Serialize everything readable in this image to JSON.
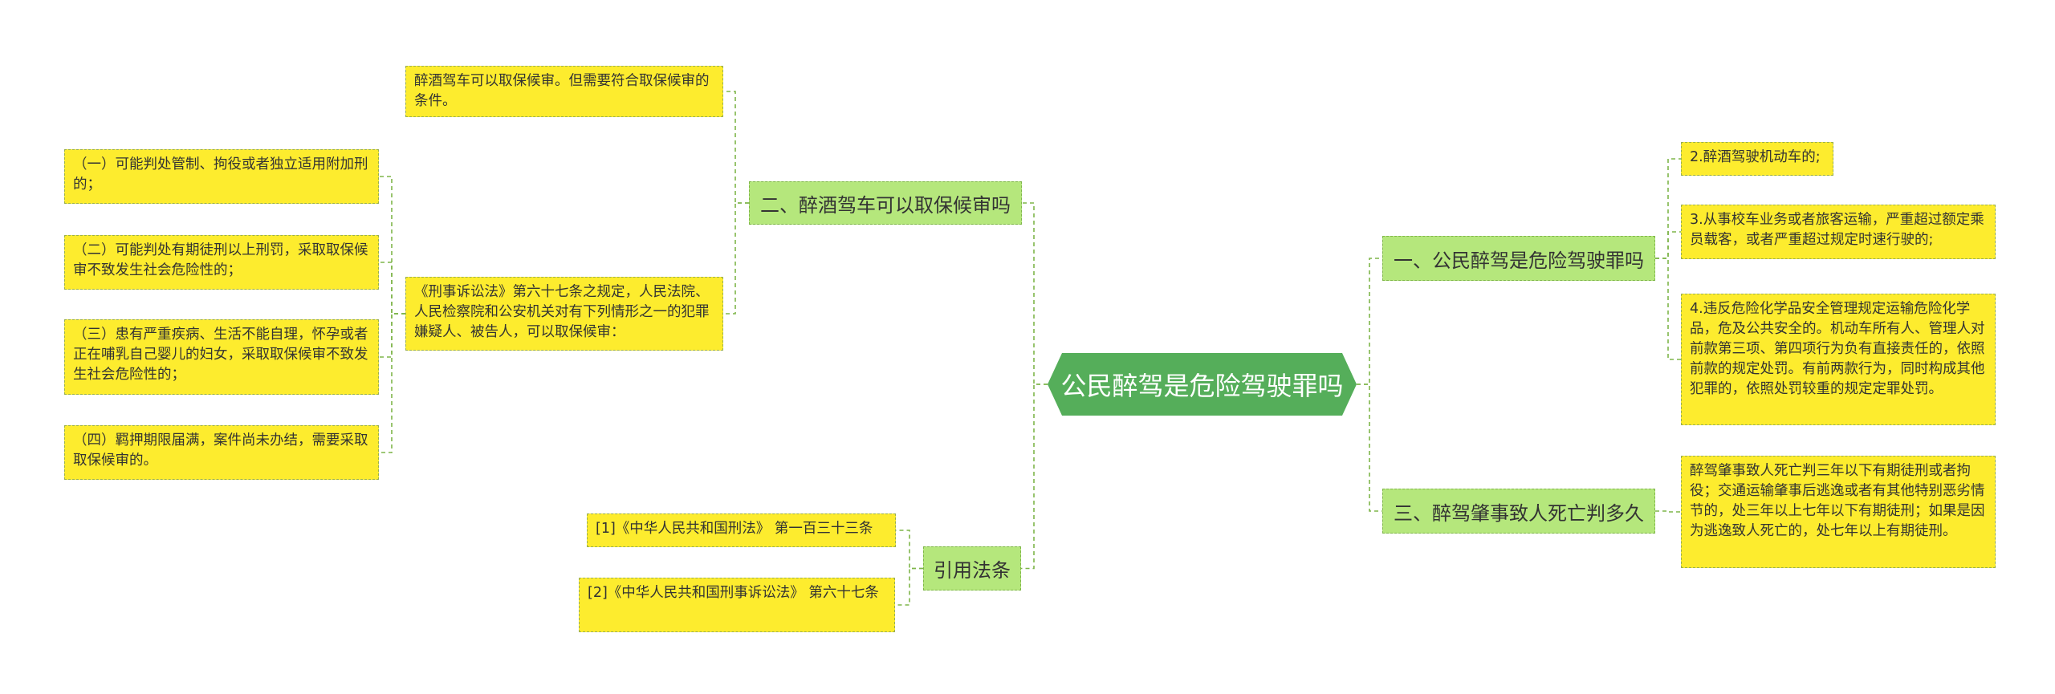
{
  "root": {
    "label": "公民醉驾是危险驾驶罪吗"
  },
  "left_branches": [
    {
      "label": "二、醉酒驾车可以取保候审吗",
      "leaves": [
        {
          "text": "醉酒驾车可以取保候审。但需要符合取保候审的条件。"
        },
        {
          "text": "《刑事诉讼法》第六十七条之规定，人民法院、人民检察院和公安机关对有下列情形之一的犯罪嫌疑人、被告人，可以取保候审：",
          "children": [
            {
              "text": "（一）可能判处管制、拘役或者独立适用附加刑的；"
            },
            {
              "text": "（二）可能判处有期徒刑以上刑罚，采取取保候审不致发生社会危险性的；"
            },
            {
              "text": "（三）患有严重疾病、生活不能自理，怀孕或者正在哺乳自己婴儿的妇女，采取取保候审不致发生社会危险性的；"
            },
            {
              "text": "（四）羁押期限届满，案件尚未办结，需要采取取保候审的。"
            }
          ]
        }
      ]
    },
    {
      "label": "引用法条",
      "leaves": [
        {
          "text": "[1]《中华人民共和国刑法》 第一百三十三条"
        },
        {
          "text": "[2]《中华人民共和国刑事诉讼法》 第六十七条"
        }
      ]
    }
  ],
  "right_branches": [
    {
      "label": "一、公民醉驾是危险驾驶罪吗",
      "leaves": [
        {
          "text": "2.醉酒驾驶机动车的;"
        },
        {
          "text": "3.从事校车业务或者旅客运输，严重超过额定乘员载客，或者严重超过规定时速行驶的;"
        },
        {
          "text": "4.违反危险化学品安全管理规定运输危险化学品，危及公共安全的。机动车所有人、管理人对前款第三项、第四项行为负有直接责任的，依照前款的规定处罚。有前两款行为，同时构成其他犯罪的，依照处罚较重的规定定罪处罚。"
        }
      ]
    },
    {
      "label": "三、醉驾肇事致人死亡判多久",
      "leaves": [
        {
          "text": "醉驾肇事致人死亡判三年以下有期徒刑或者拘役；交通运输肇事后逃逸或者有其他特别恶劣情节的，处三年以上七年以下有期徒刑；如果是因为逃逸致人死亡的，处七年以上有期徒刑。"
        }
      ]
    }
  ],
  "colors": {
    "root_fill": "#55ae5a",
    "branch_fill": "#b5e77c",
    "leaf_fill": "#fdec2e",
    "connector": "#7fb54a"
  }
}
